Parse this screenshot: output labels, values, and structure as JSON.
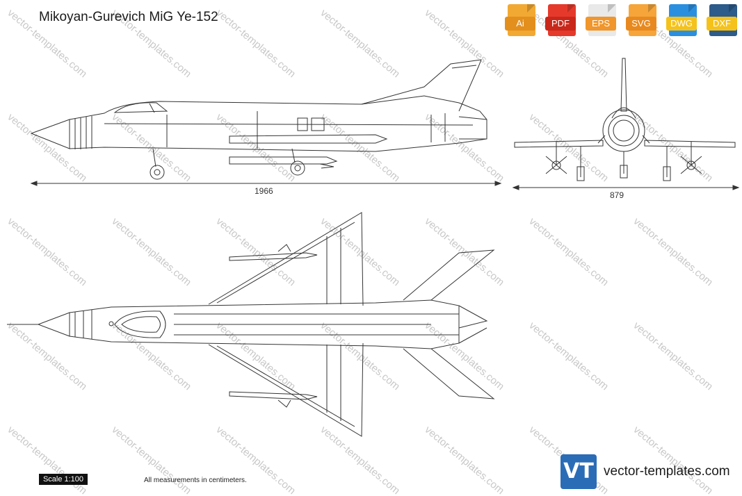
{
  "header": {
    "title": "Mikoyan-Gurevich MiG Ye-152"
  },
  "formats": [
    {
      "label": "Ai",
      "body": "#f2a933",
      "tag": "#e38f1e"
    },
    {
      "label": "PDF",
      "body": "#e53a2b",
      "tag": "#c9271a"
    },
    {
      "label": "EPS",
      "body": "#e9e9e9",
      "tag": "#f0962c"
    },
    {
      "label": "SVG",
      "body": "#f6a53a",
      "tag": "#e8891f"
    },
    {
      "label": "DWG",
      "body": "#2b8fe0",
      "tag": "#f5c21b"
    },
    {
      "label": "DXF",
      "body": "#2d5b8a",
      "tag": "#f5c21b"
    }
  ],
  "dimensions": {
    "length": "1966",
    "span": "879"
  },
  "footer": {
    "scale": "Scale 1:100",
    "note": "All measurements in centimeters.",
    "brand": "vector-templates.com",
    "logo": "VT"
  },
  "watermark": "vector-templates.com",
  "colors": {
    "line": "#333333",
    "watermark": "#c8c8c8",
    "brand": "#2b6cb6"
  }
}
